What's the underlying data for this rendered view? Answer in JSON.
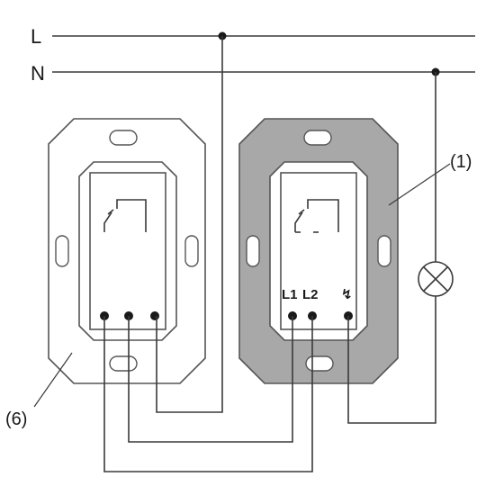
{
  "diagram": {
    "lines": {
      "phase_label": "L",
      "neutral_label": "N"
    },
    "callouts": {
      "switch_insert_label": "(1)",
      "extension_label": "(6)"
    },
    "terminals": {
      "l1_label": "L1",
      "l2_label": "L2",
      "load_symbol": "↯"
    },
    "colors": {
      "wire": "#3a3a3a",
      "frame_outline": "#555555",
      "switch_frame_fill": "#a8a8a8",
      "plate_fill": "#ffffff",
      "lamp_stroke": "#3a3a3a"
    }
  }
}
